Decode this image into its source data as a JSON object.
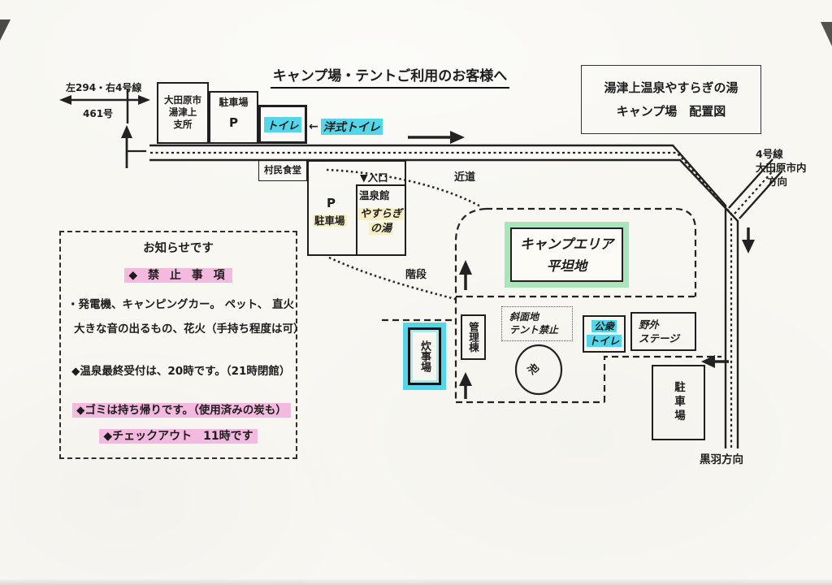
{
  "title": "キャンプ場・テントご利用のお客様へ",
  "map_title": {
    "line1": "湯津上温泉やすらぎの湯",
    "line2": "キャンプ場　配置図"
  },
  "roads": {
    "junction_label": "左294・右4号線",
    "route461": "461号",
    "route4": {
      "line1": "4号線",
      "line2": "大田原市内",
      "line3": "方向"
    },
    "kurobane": "黒羽方向",
    "shortcut": "近道",
    "stairs": "階段"
  },
  "top_buildings": {
    "branch_office": {
      "line1": "大田原市",
      "line2": "湯津上",
      "line3": "支所"
    },
    "parking": {
      "label": "駐車場",
      "p": "P"
    },
    "toilet": "トイレ",
    "western_toilet_arrow": "←",
    "western_toilet": "洋式トイレ",
    "village_dining": "村民食堂"
  },
  "onsen": {
    "entrance": "▼入口",
    "hall": "温泉館",
    "bath": {
      "line1": "やすらぎ",
      "line2": "の湯"
    },
    "parking_p": "P",
    "parking": "駐車場"
  },
  "camp": {
    "area": {
      "line1": "キャンプエリア",
      "line2": "平坦地"
    },
    "admin": "管理棟",
    "slope": {
      "line1": "斜面地",
      "line2": "テント禁止"
    },
    "pond": "池",
    "public_toilet": {
      "line1": "公衆",
      "line2": "トイレ"
    },
    "stage": {
      "line1": "野外",
      "line2": "ステージ"
    },
    "cooking": "炊事場",
    "parking": "駐車場"
  },
  "notice": {
    "heading": "お知らせです",
    "prohibited": "◆ 禁 止 事 項",
    "lines": [
      "・発電機、キャンピングカー。 ペット、 直火",
      "大きな音の出るもの、花火（手持ち程度は可）",
      "◆温泉最終受付は、20時です。（21時閉館）",
      "◆ゴミは持ち帰りです。（使用済みの炭も）",
      "◆チェックアウト　11時です"
    ]
  },
  "colors": {
    "cyan_highlight": "#54d6e8",
    "green_highlight": "#a7e6b8",
    "pink_highlight": "#f4b9de",
    "cream_highlight": "#f6efc5",
    "ink": "#1d1d1d",
    "paper": "#f8f7f2"
  }
}
